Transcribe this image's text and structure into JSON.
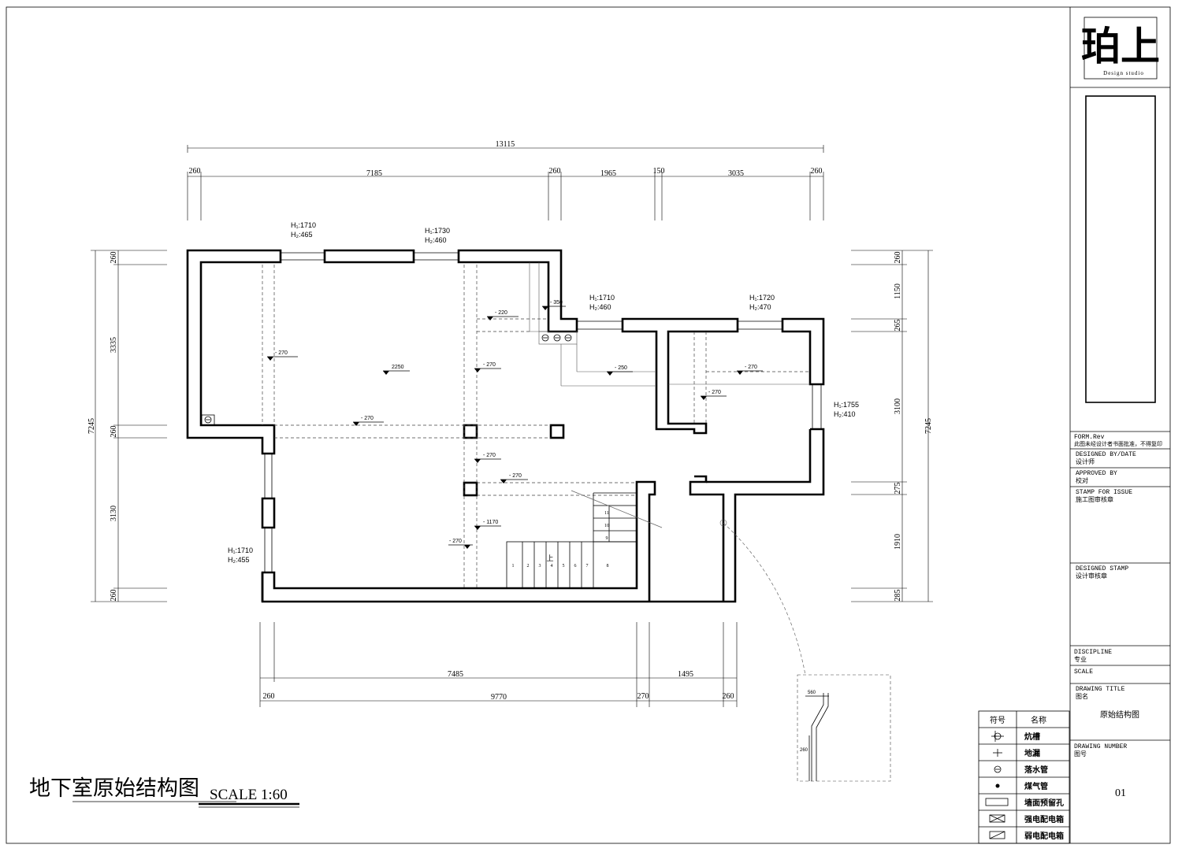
{
  "title_block": {
    "logo_text": "珀上",
    "logo_subtitle": "Design studio",
    "form_rev": "FORM.Rev",
    "form_note": "此图未经设计者书面批准，不得复印",
    "designed_by_en": "DESIGNED BY/DATE",
    "designed_by_cn": "设计师",
    "approved_by_en": "APPROVED BY",
    "approved_by_cn": "校对",
    "stamp_issue_en": "STAMP FOR ISSUE",
    "stamp_issue_cn": "施工图审核章",
    "designed_stamp_en": "DESIGNED STAMP",
    "designed_stamp_cn": "设计审核章",
    "discipline_en": "DISCIPLINE",
    "discipline_cn": "专业",
    "scale_label": "SCALE",
    "drawing_title_en": "DRAWING TITLE",
    "drawing_title_cn": "图名",
    "drawing_title_value": "原始结构图",
    "drawing_number_en": "DRAWING NUMBER",
    "drawing_number_cn": "图号",
    "drawing_number_value": "01"
  },
  "drawing": {
    "title": "地下室原始结构图",
    "scale": "SCALE 1:60"
  },
  "dims_top": {
    "total": "13115",
    "seg": [
      "260",
      "7185",
      "260",
      "1965",
      "150",
      "3035",
      "260"
    ]
  },
  "dims_bottom": {
    "row1": [
      "7485",
      "1495"
    ],
    "row2": [
      "260",
      "9770",
      "270",
      "260"
    ]
  },
  "dims_left": {
    "total": "7245",
    "seg": [
      "260",
      "3335",
      "260",
      "3130",
      "260"
    ]
  },
  "dims_right": {
    "total": "7245",
    "seg": [
      "260",
      "1150",
      "265",
      "3100",
      "275",
      "1910",
      "285"
    ]
  },
  "windows": {
    "w1_h1": "H₁:1710",
    "w1_h2": "H₂:465",
    "w2_h1": "H₁:1730",
    "w2_h2": "H₂:460",
    "w3_h1": "H₁:1710",
    "w3_h2": "H₂:460",
    "w4_h1": "H₁:1720",
    "w4_h2": "H₂:470",
    "w5_h1": "H₁:1755",
    "w5_h2": "H₂:410",
    "w6_h1": "H₁:1710",
    "w6_h2": "H₂:455"
  },
  "levels": {
    "l350": "- 350",
    "l220": "- 220",
    "l270a": "- 270",
    "l2250": "2250",
    "l270b": "- 270",
    "l250": "- 250",
    "l270c": "- 270",
    "l270d": "- 270",
    "l270e": "- 270",
    "l270f": "- 270",
    "l270g": "- 270",
    "l1170": "- 1170",
    "l270h": "- 270"
  },
  "stairs": {
    "up": "上",
    "steps_bottom": [
      "1",
      "2",
      "3",
      "4",
      "5",
      "6",
      "7",
      "8"
    ],
    "steps_side": [
      "11",
      "10",
      "9"
    ]
  },
  "detail": {
    "d560": "560",
    "d260": "260"
  },
  "legend": {
    "header_symbol": "符号",
    "header_name": "名称",
    "items": [
      "炕槽",
      "地漏",
      "落水管",
      "煤气管",
      "墙面预留孔",
      "强电配电箱",
      "弱电配电箱"
    ]
  }
}
